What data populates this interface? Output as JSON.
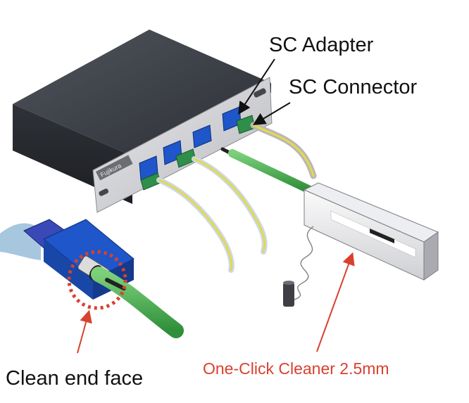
{
  "labels": {
    "sc_adapter": "SC Adapter",
    "sc_connector": "SC Connector",
    "clean_end_face": "Clean end face",
    "one_click_cleaner": "One-Click Cleaner 2.5mm"
  },
  "enclosure": {
    "brand": "Fujikura"
  },
  "colors": {
    "enclosure_top": "#3a3d44",
    "enclosure_side": "#2a2d33",
    "panel": "#d8d8dc",
    "adapter_blue": "#1f56c9",
    "connector_green": "#2f8f4a",
    "fiber_yellow": "#e6d84a",
    "cleaner_green": "#4fae4a",
    "callout_red": "#d8412f",
    "arrow_dark": "#111111"
  }
}
